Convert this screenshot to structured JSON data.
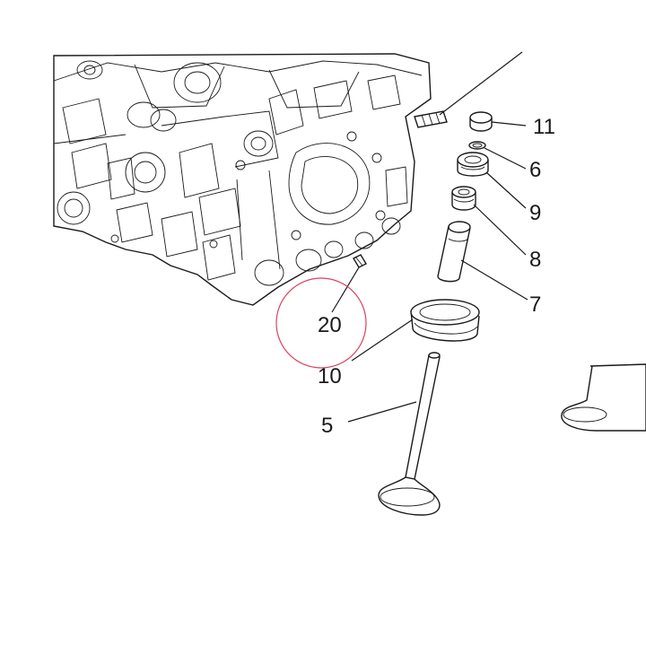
{
  "callouts": {
    "p11": "11",
    "p6": "6",
    "p9": "9",
    "p8": "8",
    "p7": "7",
    "p20": "20",
    "p10": "10",
    "p5": "5"
  },
  "highlight": {
    "color": "#d9435a",
    "target": "20"
  },
  "colors": {
    "line": "#1a1a1a",
    "background": "#ffffff"
  }
}
